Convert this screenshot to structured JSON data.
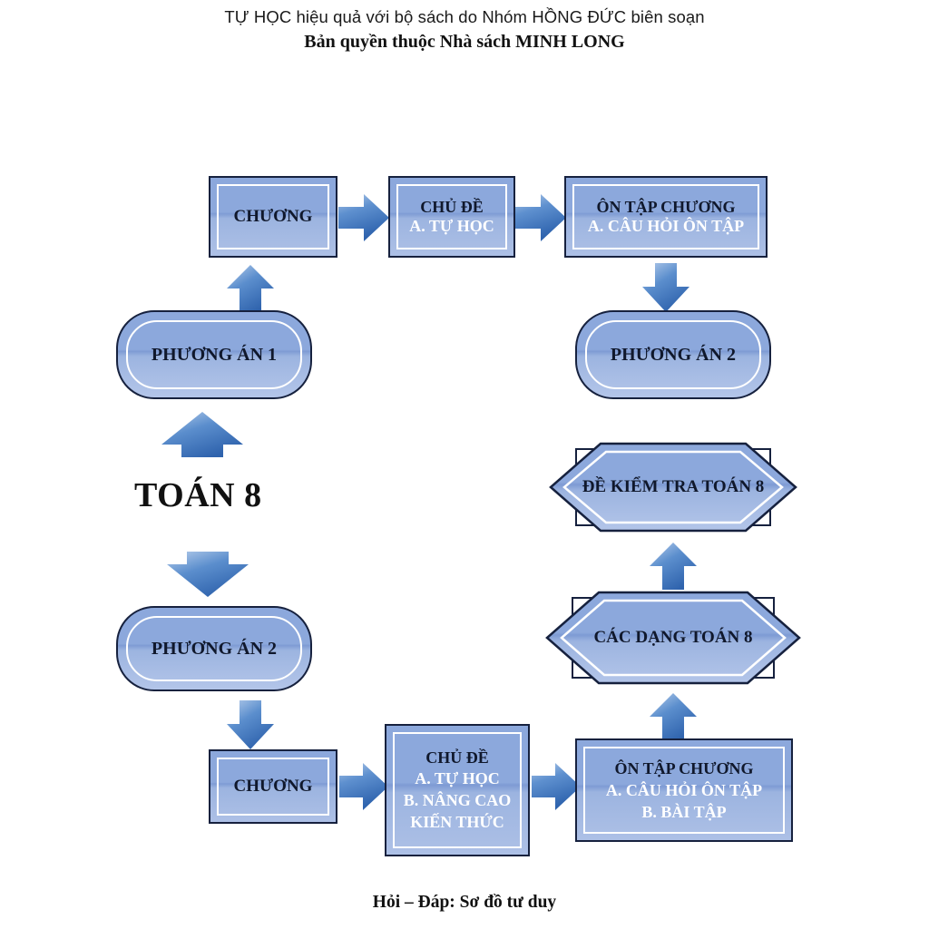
{
  "header": {
    "line1": "TỰ HỌC hiệu quả với bộ sách do Nhóm HỒNG ĐỨC biên soạn",
    "line2": "Bản quyền thuộc Nhà sách MINH LONG"
  },
  "footer": {
    "text": "Hỏi – Đáp: Sơ đồ tư duy"
  },
  "diagram": {
    "center_label": "TOÁN 8",
    "nodes": {
      "chuong_top": {
        "label": "CHƯƠNG",
        "shape": "rectangle"
      },
      "chude_top": {
        "shape": "rectangle",
        "line1": "CHỦ ĐỀ",
        "line2": "A. TỰ HỌC"
      },
      "ontap_top": {
        "shape": "rectangle",
        "line1": "ÔN TẬP CHƯƠNG",
        "line2": "A. CÂU HỎI ÔN TẬP"
      },
      "phuongan1": {
        "label": "PHƯƠNG ÁN 1",
        "shape": "rounded-rectangle"
      },
      "phuongan2_right": {
        "label": "PHƯƠNG ÁN 2",
        "shape": "rounded-rectangle"
      },
      "phuongan2_left": {
        "label": "PHƯƠNG ÁN 2",
        "shape": "rounded-rectangle"
      },
      "dekiemtra": {
        "label": "ĐỀ KIỂM TRA TOÁN 8",
        "shape": "hexagon"
      },
      "cacdang": {
        "label": "CÁC DẠNG TOÁN 8",
        "shape": "hexagon"
      },
      "chuong_bottom": {
        "label": "CHƯƠNG",
        "shape": "rectangle"
      },
      "chude_bottom": {
        "shape": "rectangle",
        "line1": "CHỦ ĐỀ",
        "line2": "A. TỰ HỌC",
        "line3": "B. NÂNG CAO",
        "line4": "KIẾN THỨC"
      },
      "ontap_bottom": {
        "shape": "rectangle",
        "line1": "ÔN TẬP CHƯƠNG",
        "line2": "A. CÂU HỎI ÔN TẬP",
        "line3": "B. BÀI TẬP"
      }
    },
    "arrows": [
      {
        "name": "chuong-to-chude-top",
        "direction": "right"
      },
      {
        "name": "chude-to-ontap-top",
        "direction": "right"
      },
      {
        "name": "phuongan1-to-chuong-top",
        "direction": "up"
      },
      {
        "name": "ontap-top-to-phuongan2",
        "direction": "down"
      },
      {
        "name": "toan8-to-phuongan1",
        "direction": "up"
      },
      {
        "name": "toan8-to-phuongan2-left",
        "direction": "down"
      },
      {
        "name": "phuongan2-left-to-chuong-bottom",
        "direction": "down"
      },
      {
        "name": "chuong-to-chude-bottom",
        "direction": "right"
      },
      {
        "name": "chude-to-ontap-bottom",
        "direction": "right"
      },
      {
        "name": "ontap-bottom-to-cacdang",
        "direction": "up"
      },
      {
        "name": "cacdang-to-dekiemtra",
        "direction": "up"
      }
    ]
  },
  "colors": {
    "fill_light": "#adc0e6",
    "fill_mid": "#8ca8dc",
    "border_dark": "#16213e",
    "arrow_dark": "#2f68b5",
    "arrow_light": "#9dbbe4",
    "text_dark": "#10182c",
    "text_white": "#ffffff"
  }
}
